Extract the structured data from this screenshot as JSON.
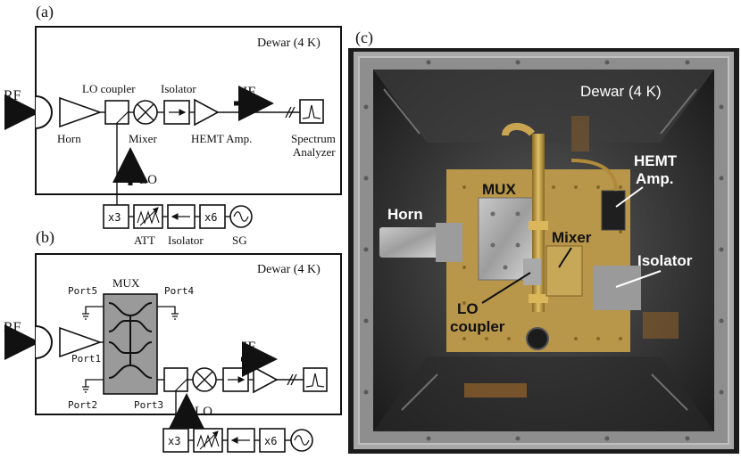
{
  "panel_a": {
    "tag": "(a)",
    "dewar": "Dewar (4 K)",
    "rf": "RF",
    "horn": "Horn",
    "lo_coupler": "LO coupler",
    "mixer": "Mixer",
    "isolator": "Isolator",
    "hemt": "HEMT Amp.",
    "if": "IF",
    "spectrum_line1": "Spectrum",
    "spectrum_line2": "Analyzer",
    "lo": "LO",
    "x3": "x3",
    "x6": "x6",
    "att": "ATT",
    "isolator2": "Isolator",
    "sg": "SG"
  },
  "panel_b": {
    "tag": "(b)",
    "dewar": "Dewar (4 K)",
    "rf": "RF",
    "mux": "MUX",
    "port1": "Port1",
    "port2": "Port2",
    "port3": "Port3",
    "port4": "Port4",
    "port5": "Port5",
    "if": "IF",
    "lo": "LO",
    "x3": "x3",
    "x6": "x6"
  },
  "panel_c": {
    "tag": "(c)",
    "dewar": "Dewar (4 K)",
    "mux": "MUX",
    "horn": "Horn",
    "mixer": "Mixer",
    "hemt_line1": "HEMT",
    "hemt_line2": "Amp.",
    "isolator": "Isolator",
    "lo_line1": "LO",
    "lo_line2": "coupler"
  },
  "colors": {
    "mux_fill": "#9a9a9a",
    "plate": "#b8964a",
    "dewar_frame": "#8e8e8e",
    "dewar_inner": "#2e2e2e"
  }
}
